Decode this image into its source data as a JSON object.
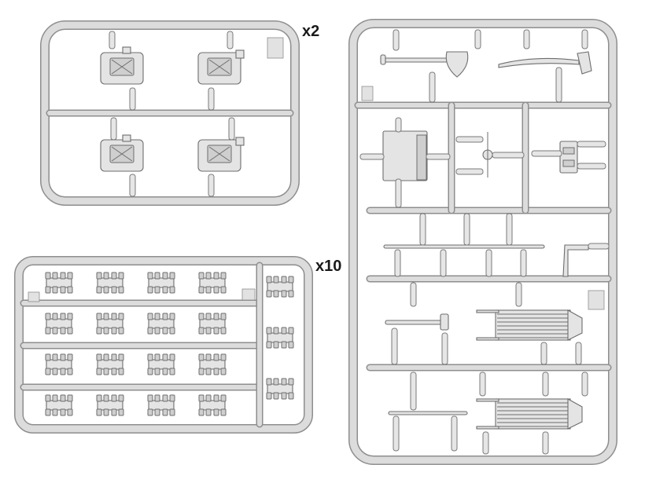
{
  "sprues": [
    {
      "name": "jerrycan-sprue",
      "quantity": "x2",
      "part_count": 4
    },
    {
      "name": "track-link-sprue",
      "quantity": "x10",
      "part_count": 19
    },
    {
      "name": "tools-sprue",
      "quantity": "",
      "part_count": 11
    }
  ],
  "colors": {
    "plastic": "#d9d9d9",
    "plastic_dark": "#8e8e8e",
    "plastic_light": "#efefef",
    "background": "#ffffff"
  }
}
